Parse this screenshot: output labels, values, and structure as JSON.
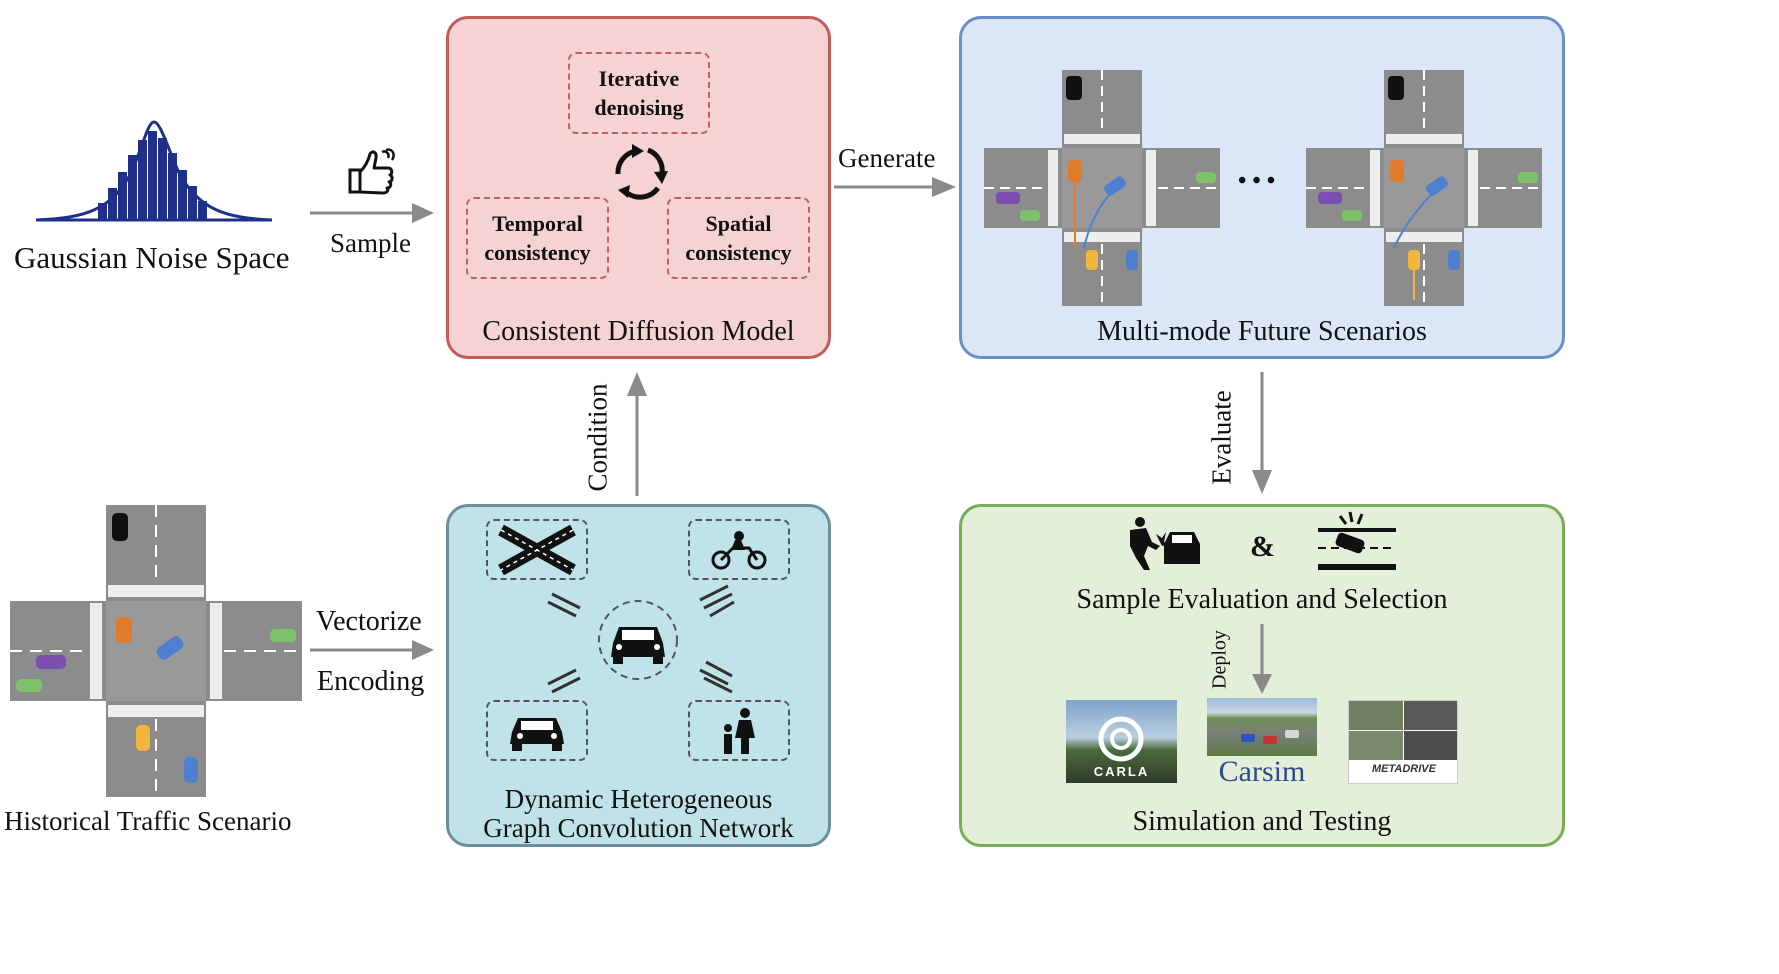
{
  "noise": {
    "label": "Gaussian Noise Space"
  },
  "arrows": {
    "sample": "Sample",
    "generate": "Generate",
    "condition": "Condition",
    "evaluate": "Evaluate",
    "vectorize": "Vectorize",
    "encoding": "Encoding",
    "deploy": "Deploy"
  },
  "diffusion": {
    "title": "Consistent Diffusion Model",
    "iterative": [
      "Iterative",
      "denoising"
    ],
    "temporal": [
      "Temporal",
      "consistency"
    ],
    "spatial": [
      "Spatial",
      "consistency"
    ]
  },
  "future": {
    "title": "Multi-mode Future Scenarios",
    "ellipsis": "• • •"
  },
  "historical": {
    "label": "Historical Traffic Scenario"
  },
  "graph": {
    "title_line1": "Dynamic Heterogeneous",
    "title_line2": "Graph Convolution  Network"
  },
  "evaluation": {
    "title": "Sample Evaluation and Selection",
    "amp": "&"
  },
  "simulation": {
    "title": "Simulation and Testing",
    "carla": "CARLA",
    "carsim": "Carsim",
    "metadrive": "METADRIVE"
  },
  "colors": {
    "diffusion_fill": "#f5d3d3",
    "diffusion_border": "#c25b5b",
    "future_fill": "#dbe6f7",
    "future_border": "#6a8fc4",
    "graph_fill": "#bfe3e8",
    "graph_border": "#6b8e9a",
    "eval_fill": "#e3efd8",
    "eval_border": "#7aab57",
    "arrow": "#8a8a8a"
  }
}
